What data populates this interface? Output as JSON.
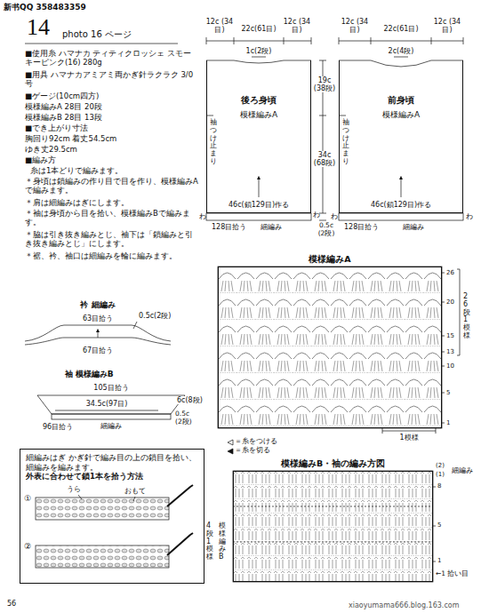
{
  "diagram": {
    "nodes": [
      {
        "text": [
          "後ろ身頃",
          "模様編みA"
        ]
      },
      {
        "text": [
          "前身頃",
          "模様編みA"
        ]
      },
      {
        "text": [
          "模様編みA"
        ]
      },
      {
        "text": [
          "模様編みB・袖の編み方図"
        ]
      },
      {
        "text": [
          "細編みはぎ かぎ針で編み目の上の鎖目を拾い、細編みを編みます。",
          "外表に合わせて鎖1本を拾う方法"
        ]
      }
    ],
    "labels": [
      "新书QQ 358483359",
      "14",
      "photo 16 ページ",
      "■使用糸 ハマナカ ティティクロッシェ スモーキーピンク(16) 280g",
      "■用具 ハマナカアミアミ両かぎ針ラクラク 3/0号",
      "■ゲージ(10cm四方)",
      "模様編みA 28目 20段",
      "模様編みB 28目 13段",
      "■でき上がり寸法",
      "胸回り92cm 着丈54.5cm",
      "ゆき丈29.5cm",
      "■編み方",
      "糸は1本どりで編みます。",
      "＊身頃は鎖編みの作り目で目を作り、模様編みAで編みます。",
      "＊肩は細編みはぎにします。",
      "＊袖は身頃から目を拾い、模様編みBで編みます。",
      "＊脇は引き抜き編みとじ、袖下は「鎖編みと引き抜き編みとじ」にします。",
      "＊裾、衿、袖口は細編みを輪に編みます。",
      "12c (34目)",
      "22c(61目)",
      "12c (34目)",
      "1c(2段)",
      "袖つけ止まり",
      "19c (38段)",
      "34c (68段)",
      "46c(鎖129目)作る",
      "128目拾う",
      "細編み",
      "わ",
      "わ",
      "0.5c (2段)",
      "12c (34目)",
      "22c(61目)",
      "12c (34目)",
      "2c(4段)",
      "袖つけ止まり",
      "46c(鎖129目)作る",
      "128目拾う",
      "細編み",
      "わ",
      "わ",
      "衿 細編み",
      "63目拾う",
      "0.5c(2段)",
      "67目拾う",
      "袖 模様編みB",
      "105目拾う",
      "34.5c(97目)",
      "6c(8段)",
      "細編み",
      "96目拾う",
      "0.5c (2段)",
      "26",
      "20",
      "15",
      "13",
      "10",
      "5",
      "1",
      "26段1模様",
      "1模様",
      "(2)",
      "(1)",
      "細編み",
      "8",
      "5",
      "1",
      "←1 拾い目",
      "4段1模様",
      "模様編みB",
      "①",
      "うら",
      "おもて",
      "②",
      "56",
      "xiaoyumama666.blog.163.com"
    ],
    "legend": [
      {
        "text": "＝糸をつける"
      },
      {
        "text": "＝糸を切る"
      }
    ]
  }
}
